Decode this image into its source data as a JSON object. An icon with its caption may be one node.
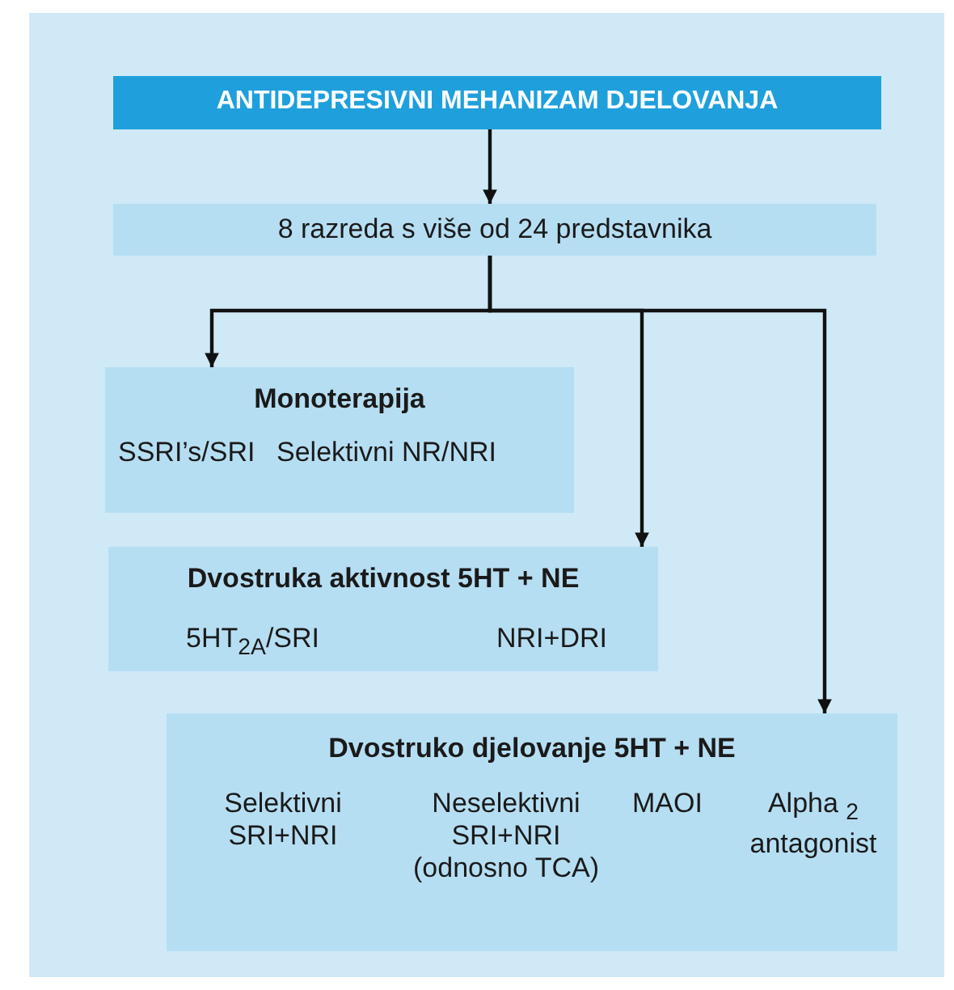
{
  "diagram": {
    "nodes": [
      {
        "text": [
          "ANTIDEPRESIVNI MEHANIZAM DJELOVANJA"
        ]
      },
      {
        "text": [
          "8 razreda s više od 24 predstavnika"
        ]
      },
      {
        "text": [
          "Monoterapija",
          "SSRI’s/SRI",
          "Selektivni NR/NRI"
        ]
      },
      {
        "text": [
          "Dvostruka aktivnost 5HT + NE",
          "5HT$_{2A}$/SRI",
          "NRI+DRI"
        ]
      },
      {
        "text": [
          "Dvostruko djelovanje  5HT + NE",
          "Selektivni SRI+NRI",
          "Neselektivni SRI+NRI (odnosno TCA)",
          "MAOI",
          "Alpha $_{2}$ antagonist"
        ]
      }
    ],
    "edges": [
      {
        "from": 0,
        "to": 1,
        "arrow": "to"
      },
      {
        "from": 1,
        "to": 2,
        "arrow": "to"
      },
      {
        "from": 1,
        "to": 3,
        "arrow": "to"
      },
      {
        "from": 1,
        "to": 4,
        "arrow": "to"
      }
    ]
  }
}
